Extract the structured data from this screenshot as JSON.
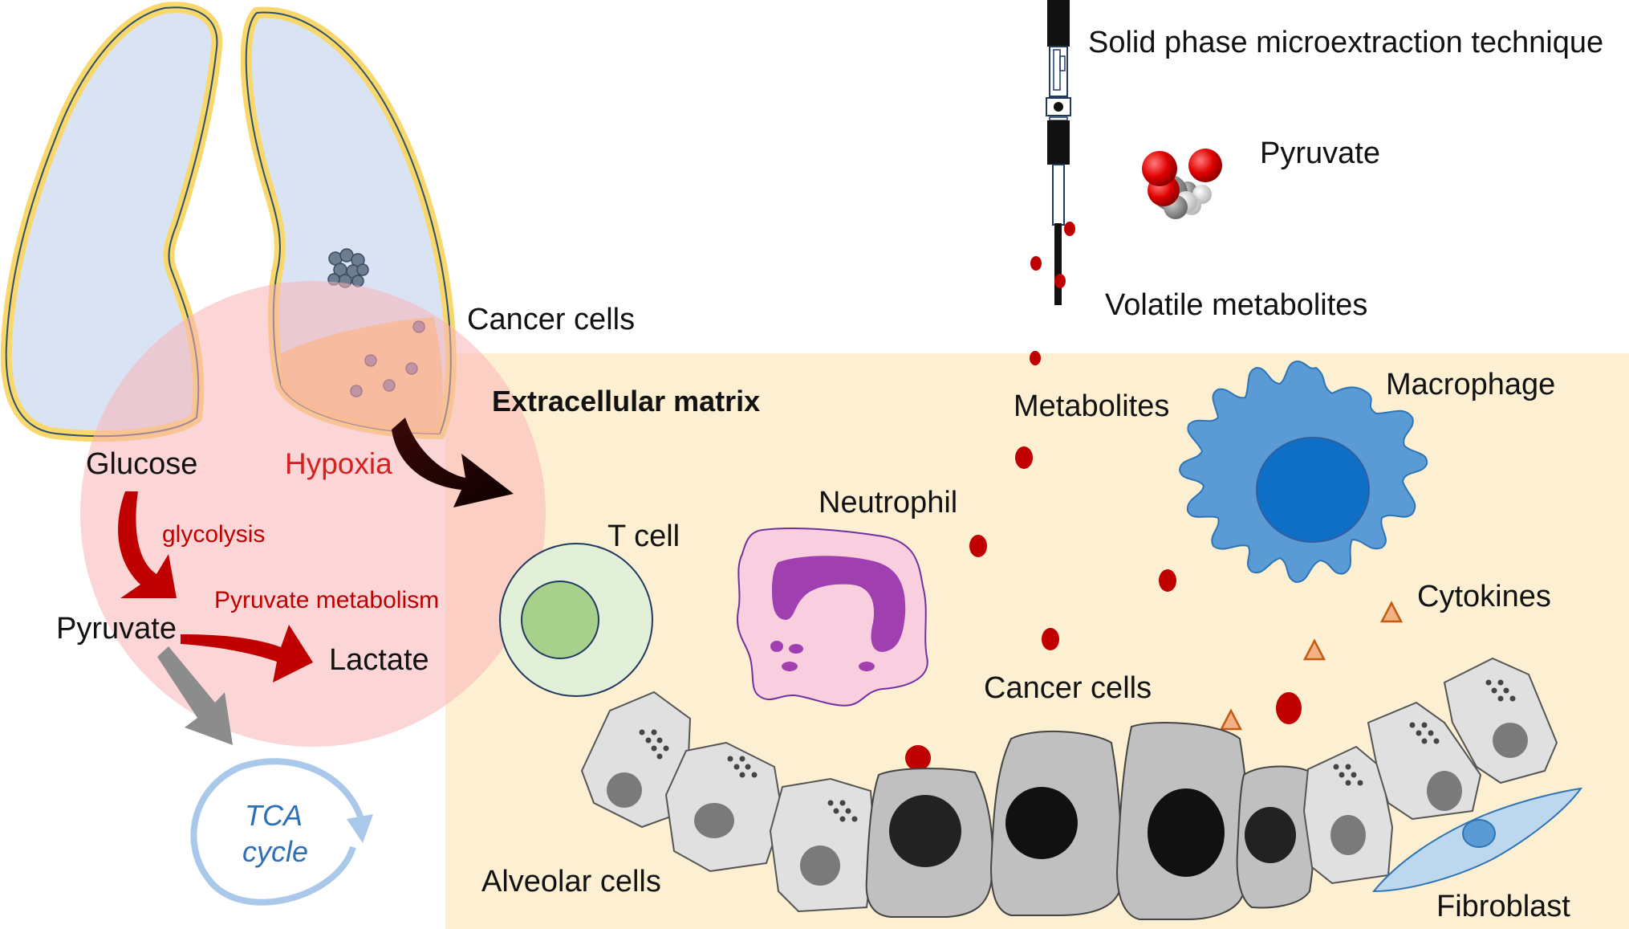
{
  "labels": {
    "spme": "Solid phase microextraction technique",
    "pyruvate_top": "Pyruvate",
    "volatile": "Volatile metabolites",
    "cancer_cells_top": "Cancer cells",
    "ecm": "Extracellular matrix",
    "metabolites": "Metabolites",
    "macrophage": "Macrophage",
    "glucose": "Glucose",
    "hypoxia": "Hypoxia",
    "glycolysis": "glycolysis",
    "neutrophil": "Neutrophil",
    "t_cell": "T cell",
    "pyruvate_metabolism": "Pyruvate metabolism",
    "cytokines": "Cytokines",
    "pyruvate_left": "Pyruvate",
    "lactate": "Lactate",
    "cancer_cells_mid": "Cancer cells",
    "tca_line1": "TCA",
    "tca_line2": "cycle",
    "alveolar": "Alveolar cells",
    "fibroblast": "Fibroblast"
  },
  "colors": {
    "ecm_background": "#fdf0d2",
    "hypoxia_circle": "#f9b4b6",
    "lung_fill": "#dae3f3",
    "lung_border": "#f8d86b",
    "metabolite_dot": "#c00000",
    "glycolysis_arrow": "#c00000",
    "tca_arrow": "#a9c8ea",
    "macrophage": "#5b9bd5",
    "neutrophil_nucleus": "#a040b0",
    "t_cell_nucleus": "#a8d08d",
    "cytokine_triangle": "#f4b183"
  }
}
